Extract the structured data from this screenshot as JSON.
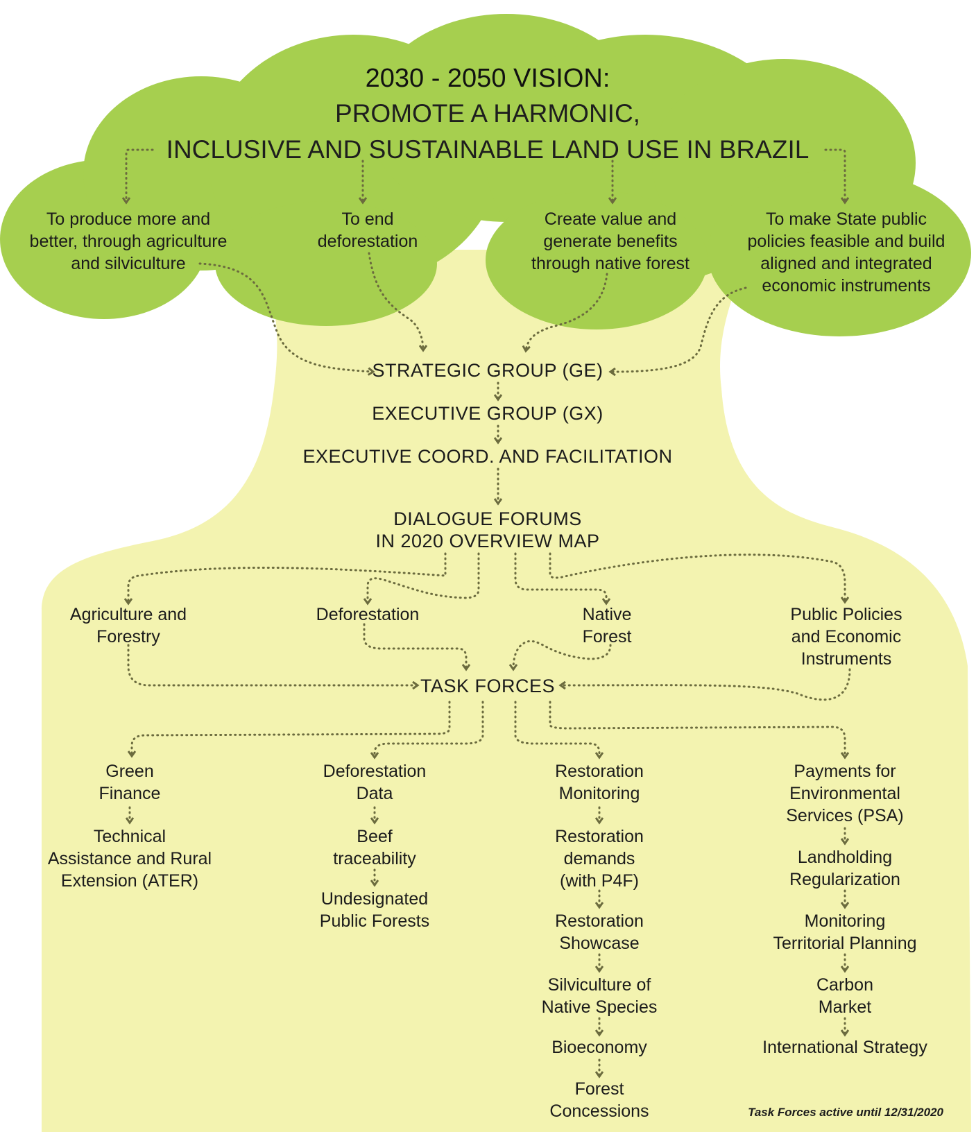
{
  "vision": {
    "heading": "2030 - 2050 VISION:",
    "line1": "PROMOTE A HARMONIC,",
    "line2": "INCLUSIVE AND SUSTAINABLE LAND USE IN BRAZIL"
  },
  "goals": {
    "agri": [
      "To produce more and",
      "better, through agriculture",
      "and silviculture"
    ],
    "defor": [
      "To end",
      "deforestation"
    ],
    "native": [
      "Create value and",
      "generate benefits",
      "through native forest"
    ],
    "state": [
      "To make State public",
      "policies feasible and build",
      "aligned and integrated",
      "economic instruments"
    ]
  },
  "governance": {
    "strategic": "STRATEGIC GROUP (GE)",
    "executive": "EXECUTIVE GROUP (GX)",
    "coord": "EXECUTIVE COORD. AND FACILITATION",
    "forums_1": "DIALOGUE FORUMS",
    "forums_2": "IN 2020 OVERVIEW MAP"
  },
  "forums": {
    "agri": [
      "Agriculture and",
      "Forestry"
    ],
    "defor": [
      "Deforestation"
    ],
    "native": [
      "Native",
      "Forest"
    ],
    "policy": [
      "Public Policies",
      "and Economic",
      "Instruments"
    ]
  },
  "task_forces_label": "TASK FORCES",
  "task_forces": {
    "col1": [
      [
        "Green",
        "Finance"
      ],
      [
        "Technical",
        "Assistance and Rural",
        "Extension (ATER)"
      ]
    ],
    "col2": [
      [
        "Deforestation",
        "Data"
      ],
      [
        "Beef",
        "traceability"
      ],
      [
        "Undesignated",
        "Public Forests"
      ]
    ],
    "col3": [
      [
        "Restoration",
        "Monitoring"
      ],
      [
        "Restoration",
        "demands",
        "(with P4F)"
      ],
      [
        "Restoration",
        "Showcase"
      ],
      [
        "Silviculture of",
        "Native Species"
      ],
      [
        "Bioeconomy"
      ],
      [
        "Forest",
        "Concessions"
      ]
    ],
    "col4": [
      [
        "Payments for",
        "Environmental",
        "Services (PSA)"
      ],
      [
        "Landholding",
        "Regularization"
      ],
      [
        "Monitoring",
        "Territorial Planning"
      ],
      [
        "Carbon",
        "Market"
      ],
      [
        "International Strategy"
      ]
    ]
  },
  "footnote": "Task Forces active until 12/31/2020",
  "colors": {
    "canopy": "#a6cf4f",
    "trunk": "#f3f3b0",
    "arrow": "#6b6b3e",
    "text": "#1b1b1b"
  }
}
